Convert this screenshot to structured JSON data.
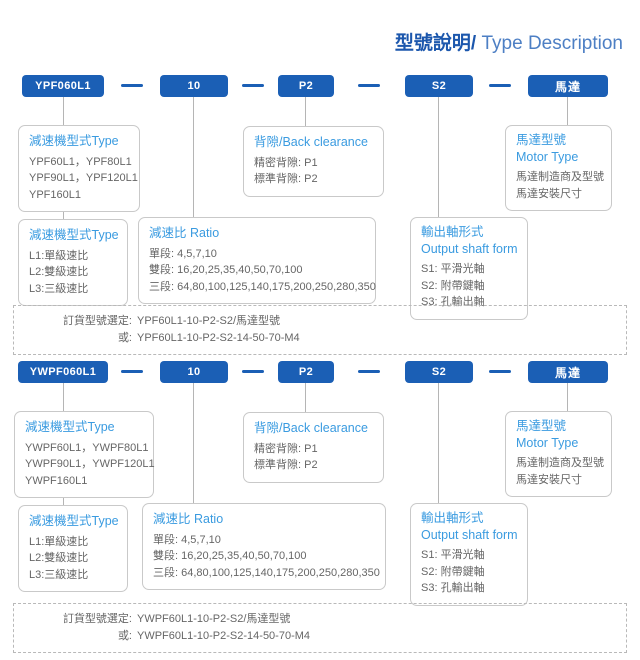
{
  "page_title": {
    "zh": "型號說明/",
    "en": " Type Description"
  },
  "colors": {
    "pill_blue": "#1b5fb5",
    "title_dark_blue": "#1c57ad",
    "title_light_blue": "#4d7fc4",
    "box_title_blue": "#3a9be0",
    "body_text": "#666666",
    "connector_gray": "#b5b5b5"
  },
  "sections": [
    {
      "name": "YPF series",
      "pills": {
        "model": "YPF060L1",
        "ratio": "10",
        "backlash": "P2",
        "shaft": "S2",
        "motor": "馬達"
      },
      "boxes": {
        "models": {
          "title": "減速機型式Type",
          "lines": [
            "YPF60L1，YPF80L1",
            "YPF90L1，YPF120L1",
            "YPF160L1"
          ]
        },
        "backlash": {
          "title": "背隙/Back clearance",
          "lines": [
            "精密背隙: P1",
            "標準背隙: P2"
          ]
        },
        "motor": {
          "title_zh": "馬達型號",
          "title_en": "Motor Type",
          "lines": [
            "馬達制造商及型號",
            "馬達安裝尺寸"
          ]
        },
        "stages": {
          "title": "減速機型式Type",
          "lines": [
            "L1:單級速比",
            "L2:雙級速比",
            "L3:三級速比"
          ]
        },
        "ratio": {
          "title": "減速比 Ratio",
          "lines": [
            "單段: 4,5,7,10",
            "雙段: 16,20,25,35,40,50,70,100",
            "三段: 64,80,100,125,140,175,200,250,280,350"
          ]
        },
        "shaft": {
          "title_zh": "輸出軸形式",
          "title_en": "Output shaft form",
          "lines": [
            "S1: 平滑光軸",
            "S2: 附帶鍵軸",
            "S3: 孔輸出軸"
          ]
        }
      },
      "order": {
        "label1": "訂貨型號選定:",
        "value1": "YPF60L1-10-P2-S2/馬達型號",
        "label2": "或:",
        "value2": "YPF60L1-10-P2-S2-14-50-70-M4"
      }
    },
    {
      "name": "YWPF series",
      "pills": {
        "model": "YWPF060L1",
        "ratio": "10",
        "backlash": "P2",
        "shaft": "S2",
        "motor": "馬達"
      },
      "boxes": {
        "models": {
          "title": "減速機型式Type",
          "lines": [
            "YWPF60L1，YWPF80L1",
            "YWPF90L1，YWPF120L1",
            "YWPF160L1"
          ]
        },
        "backlash": {
          "title": "背隙/Back clearance",
          "lines": [
            "精密背隙: P1",
            "標準背隙: P2"
          ]
        },
        "motor": {
          "title_zh": "馬達型號",
          "title_en": "Motor Type",
          "lines": [
            "馬達制造商及型號",
            "馬達安裝尺寸"
          ]
        },
        "stages": {
          "title": "減速機型式Type",
          "lines": [
            "L1:單級速比",
            "L2:雙級速比",
            "L3:三級速比"
          ]
        },
        "ratio": {
          "title": "減速比 Ratio",
          "lines": [
            "單段: 4,5,7,10",
            "雙段: 16,20,25,35,40,50,70,100",
            "三段: 64,80,100,125,140,175,200,250,280,350"
          ]
        },
        "shaft": {
          "title_zh": "輸出軸形式",
          "title_en": "Output shaft form",
          "lines": [
            "S1: 平滑光軸",
            "S2: 附帶鍵軸",
            "S3: 孔輸出軸"
          ]
        }
      },
      "order": {
        "label1": "訂貨型號選定:",
        "value1": "YWPF60L1-10-P2-S2/馬達型號",
        "label2": "或:",
        "value2": "YWPF60L1-10-P2-S2-14-50-70-M4"
      }
    }
  ]
}
